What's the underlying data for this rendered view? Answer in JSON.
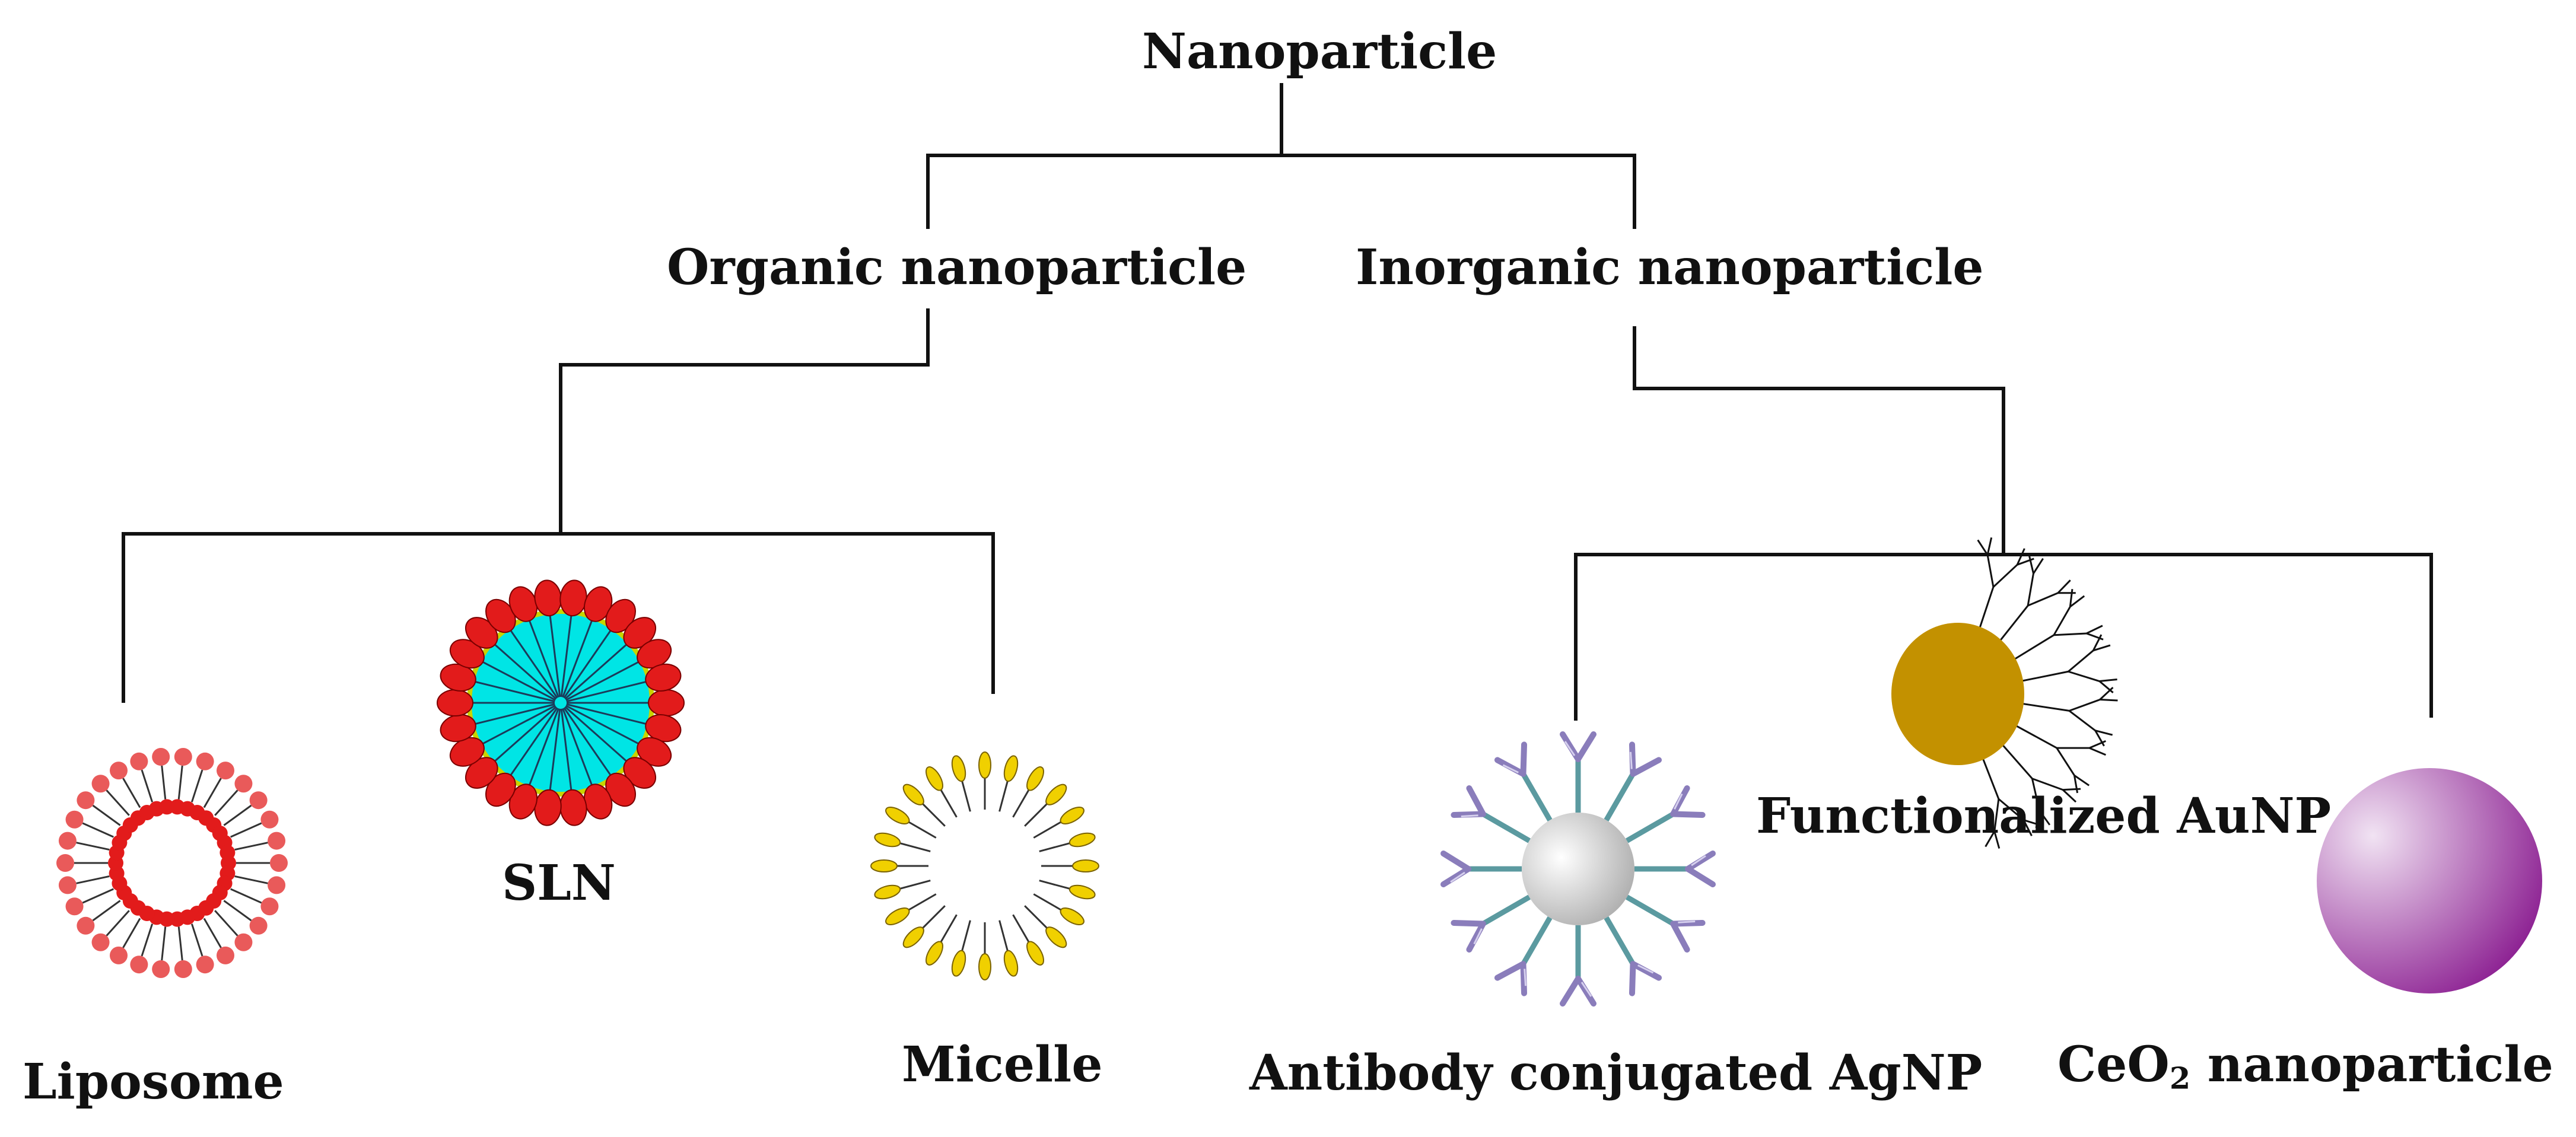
{
  "root": {
    "label": "Nanoparticle"
  },
  "branches": {
    "organic": {
      "label": "Organic nanoparticle"
    },
    "inorganic": {
      "label": "Inorganic nanoparticle"
    }
  },
  "leaves": {
    "liposome": {
      "label": "Liposome"
    },
    "sln": {
      "label": "SLN"
    },
    "micelle": {
      "label": "Micelle"
    },
    "agnp": {
      "label": "Antibody conjugated AgNP"
    },
    "aunp": {
      "label": "Functionalized AuNP"
    },
    "ceo2": {
      "label_prefix": "CeO",
      "label_sub": "2",
      "label_suffix": " nanoparticle"
    }
  },
  "colors": {
    "line": "#111111",
    "liposome_head": "#e95a5a",
    "liposome_inner": "#e21b1b",
    "sln_core": "#00e5e5",
    "sln_shell": "#e21b1b",
    "sln_ring": "#c8d400",
    "micelle_head": "#f0d000",
    "agnp_core_light": "#ffffff",
    "agnp_core_dark": "#a8a8a8",
    "antibody_stem": "#5b9aa0",
    "antibody_head": "#8a7dbb",
    "aunp_core": "#c39100",
    "ceo2_light": "#f1e3f3",
    "ceo2_dark": "#8a1c90"
  }
}
